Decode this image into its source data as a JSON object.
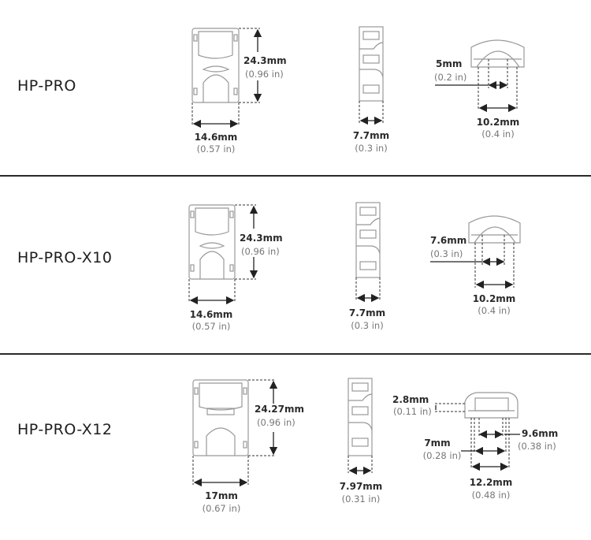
{
  "rows": [
    {
      "model": "HP-PRO",
      "front": {
        "height_mm": "24.3mm",
        "height_in": "(0.96 in)",
        "width_mm": "14.6mm",
        "width_in": "(0.57 in)"
      },
      "side": {
        "depth_mm": "7.7mm",
        "depth_in": "(0.3 in)"
      },
      "end": {
        "inner_mm": "5mm",
        "inner_in": "(0.2 in)",
        "outer_mm": "10.2mm",
        "outer_in": "(0.4 in)"
      }
    },
    {
      "model": "HP-PRO-X10",
      "front": {
        "height_mm": "24.3mm",
        "height_in": "(0.96 in)",
        "width_mm": "14.6mm",
        "width_in": "(0.57 in)"
      },
      "side": {
        "depth_mm": "7.7mm",
        "depth_in": "(0.3 in)"
      },
      "end": {
        "inner_mm": "7.6mm",
        "inner_in": "(0.3 in)",
        "outer_mm": "10.2mm",
        "outer_in": "(0.4 in)"
      }
    },
    {
      "model": "HP-PRO-X12",
      "front": {
        "height_mm": "24.27mm",
        "height_in": "(0.96 in)",
        "width_mm": "17mm",
        "width_in": "(0.67 in)"
      },
      "side": {
        "depth_mm": "7.97mm",
        "depth_in": "(0.31 in)"
      },
      "end": {
        "lip_mm": "2.8mm",
        "lip_in": "(0.11 in)",
        "mid_mm": "9.6mm",
        "mid_in": "(0.38 in)",
        "inner_mm": "7mm",
        "inner_in": "(0.28 in)",
        "outer_mm": "12.2mm",
        "outer_in": "(0.48 in)"
      }
    }
  ]
}
